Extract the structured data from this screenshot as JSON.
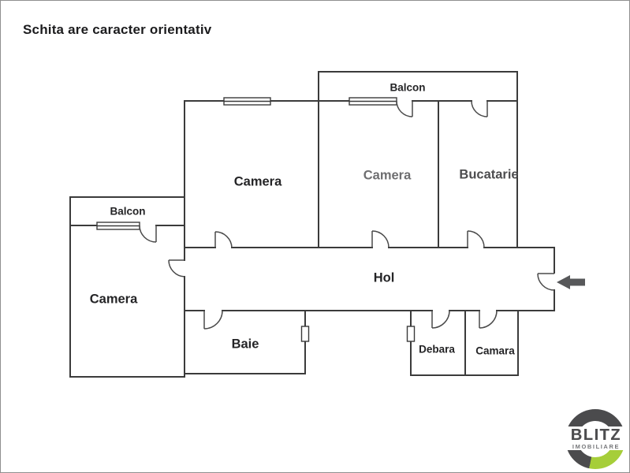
{
  "note": {
    "text": "Schita are caracter orientativ"
  },
  "rooms": {
    "balcon_top": "Balcon",
    "camera_top_left": "Camera",
    "camera_top_mid": "Camera",
    "bucatarie": "Bucatarie",
    "balcon_left": "Balcon",
    "camera_left": "Camera",
    "hol": "Hol",
    "baie": "Baie",
    "debara": "Debara",
    "camara": "Camara"
  },
  "logo": {
    "brand": "BLITZ",
    "sub": "IMOBILIARE"
  },
  "colors": {
    "wall": "#3b3b3b",
    "door": "#4a4a4a",
    "window": "#3b3b3b",
    "arrow": "#57585a",
    "logo_gray": "#4b4b4d",
    "logo_green": "#a6ce39"
  },
  "icons": {
    "entrance_arrow": "left-arrow"
  }
}
